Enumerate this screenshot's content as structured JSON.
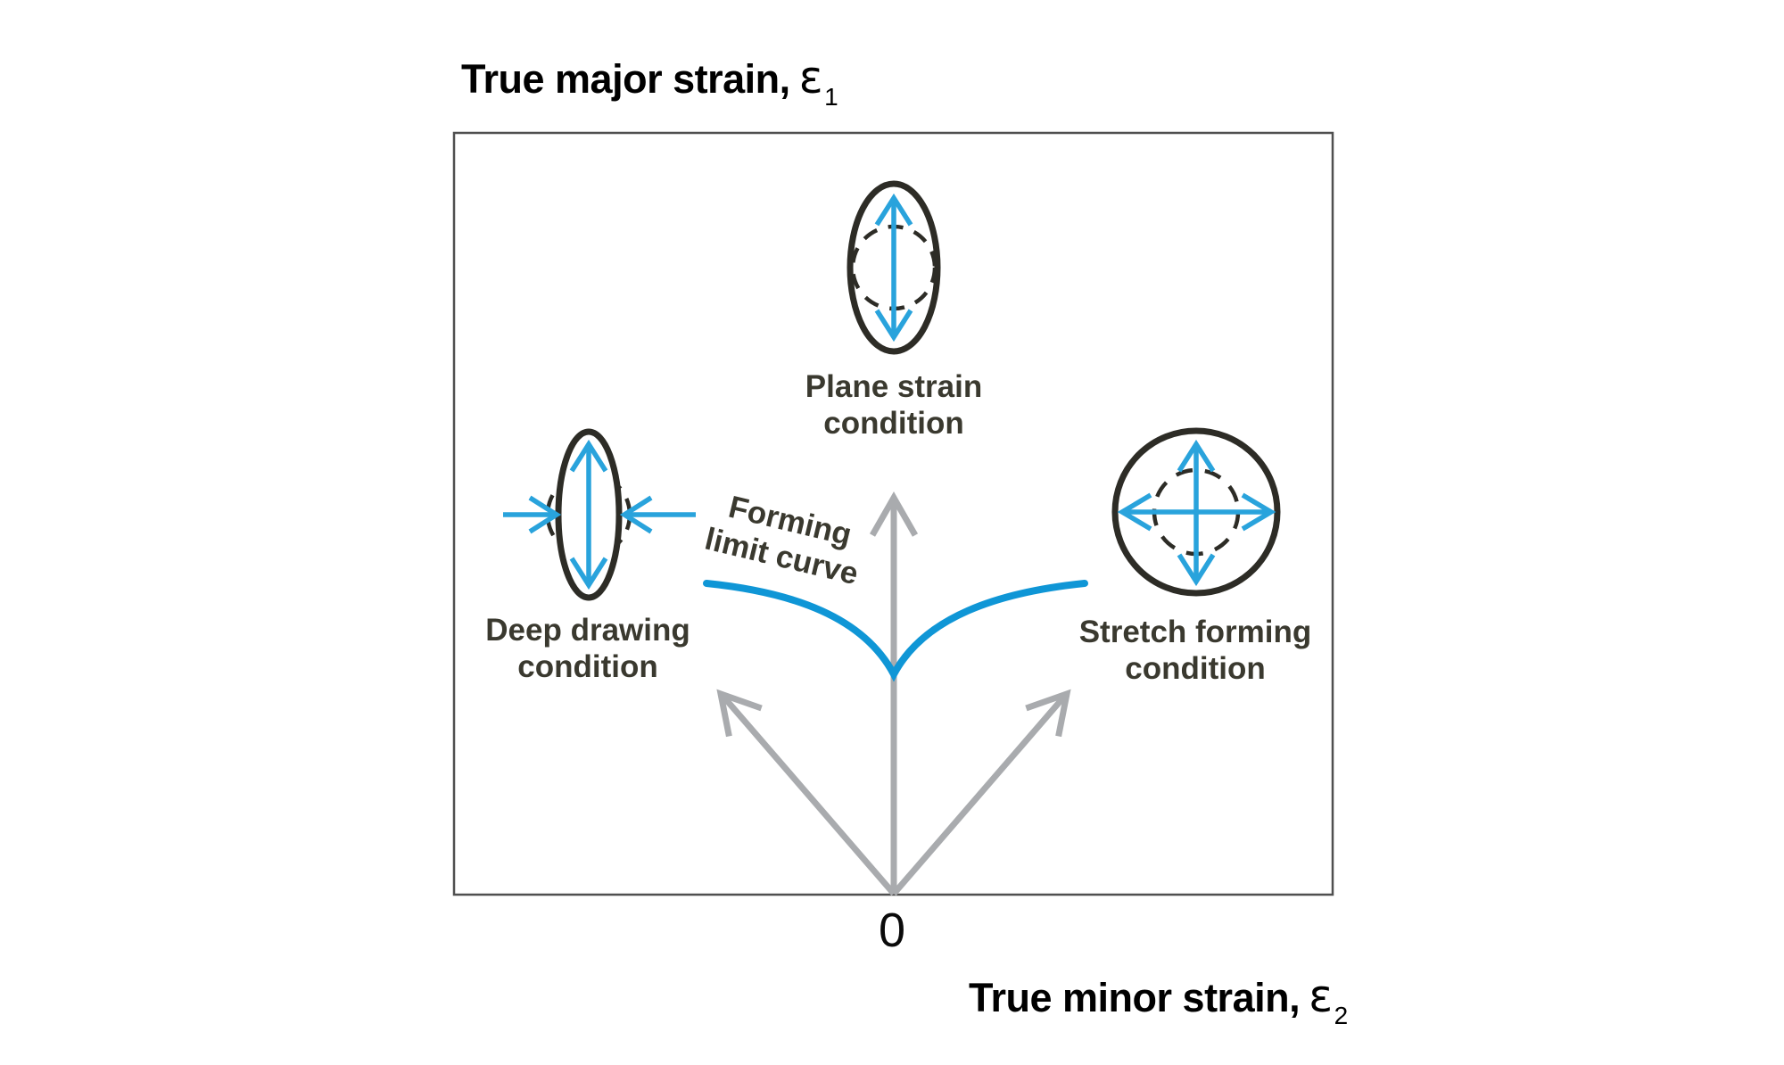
{
  "figure": {
    "y_axis_title": {
      "prefix": "True major strain,",
      "symbol": "ε",
      "subscript": "1"
    },
    "x_axis_title": {
      "prefix": "True minor strain,",
      "symbol": "ε",
      "subscript": "2"
    },
    "origin_label": "0",
    "flc_label": {
      "line1": "Forming",
      "line2": "limit curve"
    },
    "conditions": {
      "plane_strain": {
        "line1": "Plane strain",
        "line2": "condition"
      },
      "deep_drawing": {
        "line1": "Deep drawing",
        "line2": "condition"
      },
      "stretch_forming": {
        "line1": "Stretch forming",
        "line2": "condition"
      }
    }
  },
  "colors": {
    "curve_blue": "#0f96d6",
    "arrow_blue": "#29a3dc",
    "shape_stroke": "#2d2c26",
    "label_text": "#3a392f",
    "gray_arrow": "#a9abae",
    "box_border": "#4f4f4f"
  }
}
